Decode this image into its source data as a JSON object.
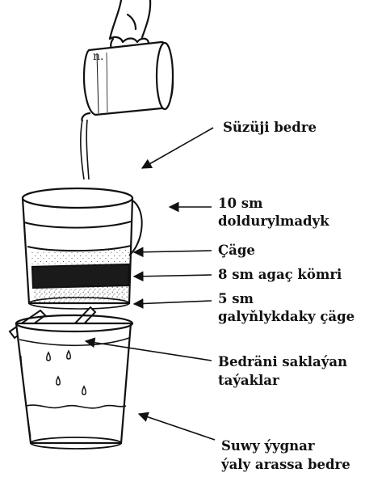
{
  "stray_text": "n.",
  "labels": {
    "filter_bucket": "Süzüji bedre",
    "unfilled_line1": "10 sm",
    "unfilled_line2": "doldurylmadyk",
    "sand": "Çäge",
    "charcoal": "8 sm agaç kömri",
    "gravel_line1": "5 sm",
    "gravel_line2": "galyňlykdaky çäge",
    "sticks_line1": "Bedräni saklaýan",
    "sticks_line2": "taýaklar",
    "clean_line1": "Suwy ýygnar",
    "clean_line2": "ýaly arassa bedre"
  },
  "colors": {
    "ink": "#111111",
    "charcoal": "#1a1a1a",
    "background": "#ffffff"
  }
}
